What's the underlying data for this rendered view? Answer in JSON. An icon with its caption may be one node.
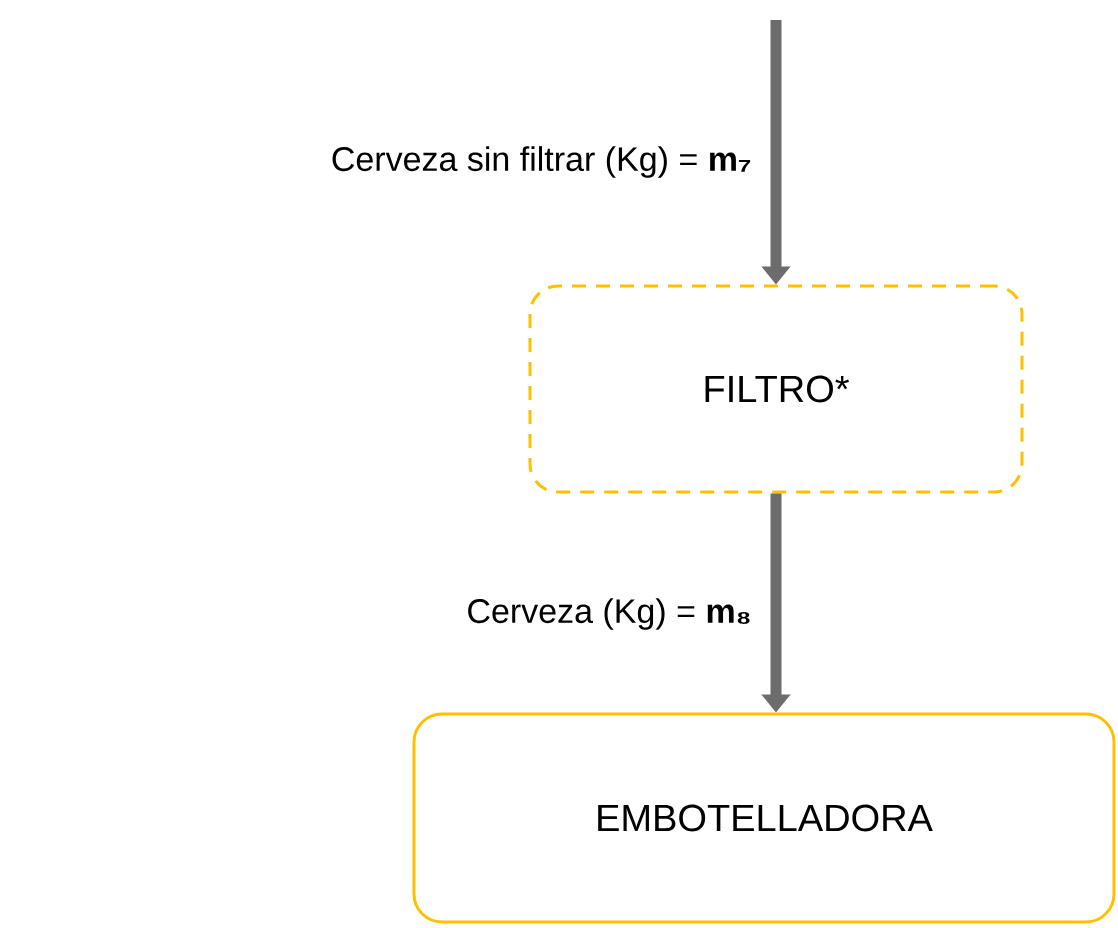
{
  "diagram": {
    "nodes": [
      {
        "text": [
          "FILTRO*"
        ]
      },
      {
        "text": [
          "EMBOTELLADORA"
        ]
      }
    ],
    "edges": [
      {
        "from": null,
        "to": 0,
        "arrow": "to",
        "label": "Cerveza sin filtrar (Kg) = **m₇**"
      },
      {
        "from": 0,
        "to": 1,
        "arrow": "to",
        "label": "Cerveza (Kg) = **m₈**"
      }
    ]
  }
}
